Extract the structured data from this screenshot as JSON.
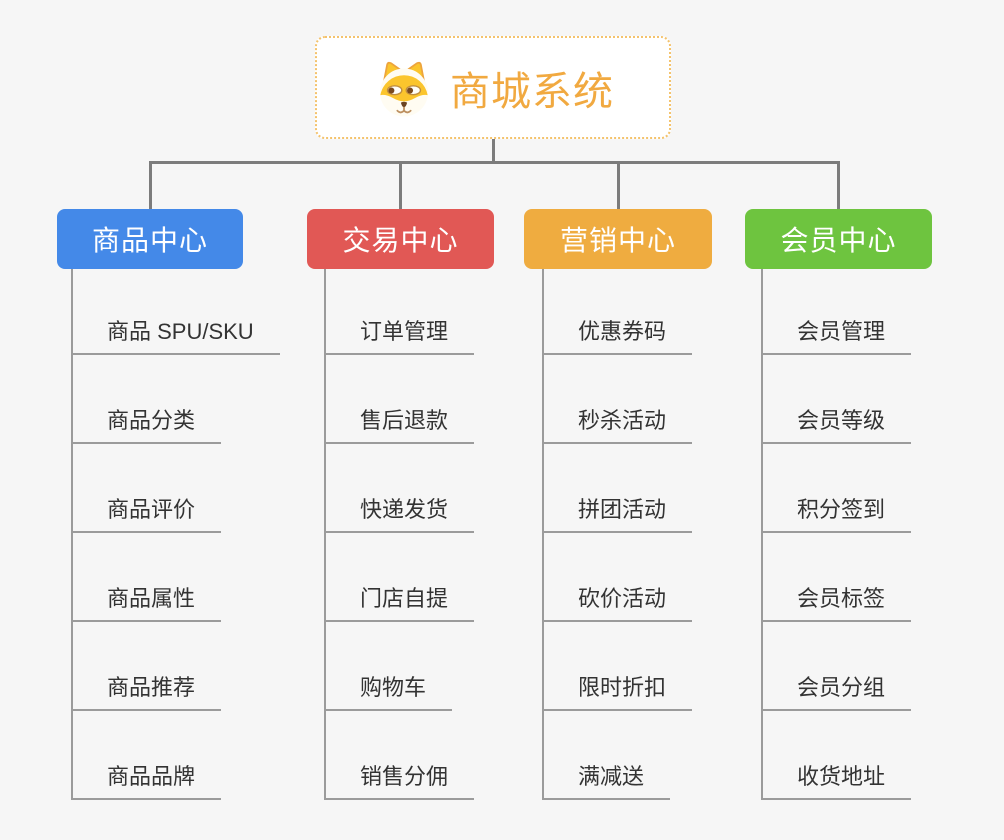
{
  "page": {
    "background": "#f6f6f6"
  },
  "root": {
    "title": "商城系统",
    "title_color": "#f1a940",
    "border_color": "#f4c36d",
    "icon": "dog-face-icon"
  },
  "connector": {
    "color": "#7c7c7c"
  },
  "leaf_style": {
    "line_color": "#9b9b9b",
    "text_color": "#333333"
  },
  "branches": [
    {
      "label": "商品中心",
      "color": "#4489e8",
      "children": [
        "商品 SPU/SKU",
        "商品分类",
        "商品评价",
        "商品属性",
        "商品推荐",
        "商品品牌"
      ]
    },
    {
      "label": "交易中心",
      "color": "#e15855",
      "children": [
        "订单管理",
        "售后退款",
        "快递发货",
        "门店自提",
        "购物车",
        "销售分佣"
      ]
    },
    {
      "label": "营销中心",
      "color": "#efac40",
      "children": [
        "优惠券码",
        "秒杀活动",
        "拼团活动",
        "砍价活动",
        "限时折扣",
        "满减送"
      ]
    },
    {
      "label": "会员中心",
      "color": "#6ec43f",
      "children": [
        "会员管理",
        "会员等级",
        "积分签到",
        "会员标签",
        "会员分组",
        "收货地址"
      ]
    }
  ]
}
